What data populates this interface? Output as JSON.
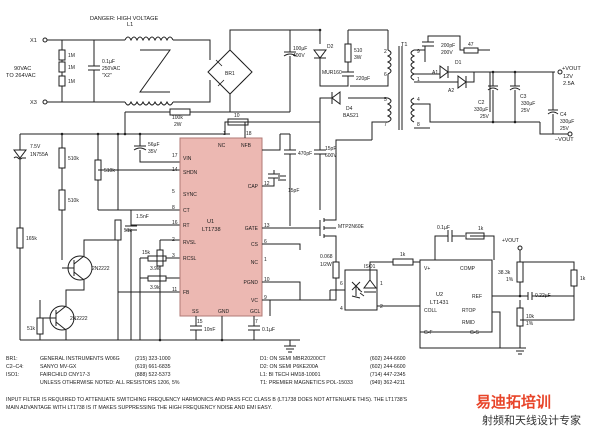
{
  "header": {
    "warning": "DANGER: HIGH VOLTAGE"
  },
  "input": {
    "x1": "X1",
    "x3": "X3",
    "range_line1": "90VAC",
    "range_line2": "TO 264VAC",
    "r1": "1M",
    "r2": "1M",
    "r3": "1M",
    "cx_line1": "0.1µF",
    "cx_line2": "250VAC",
    "cx_line3": "\"X2\"",
    "l1": "L1",
    "br1": "BR1"
  },
  "primary": {
    "cbulk_line1": "100µF",
    "cbulk_line2": "400V",
    "d2": "D2",
    "mur": "MUR160",
    "r510_line1": "510",
    "r510_line2": "3W",
    "c220": "220pF",
    "t1": "T1",
    "d4_line1": "D4",
    "d4_line2": "BAS21",
    "r100k_line1": "100k",
    "r100k_line2": "2W",
    "r10": "10",
    "c470": "470pF",
    "c15_line1": "15pF",
    "c15_line2": "600V",
    "c15b": "15pF",
    "mosfet": "MTP2N60E",
    "rsense_line1": "0.068",
    "rsense_line2": "1/2W"
  },
  "snubber": {
    "c200_line1": "200pF",
    "c200_line2": "200V",
    "a1": "A1",
    "a2": "A2",
    "d1": "D1",
    "r47": "47"
  },
  "output": {
    "vout_pos": "+VOUT",
    "vout_neg": "–VOUT",
    "v12": "12V",
    "a25": "2.5A",
    "c2_line1": "C2",
    "c2_line2": "330µF",
    "c2_line3": "25V",
    "c3_line1": "C3",
    "c3_line2": "330µF",
    "c3_line3": "25V",
    "c4_line1": "C4",
    "c4_line2": "330µF",
    "c4_line3": "25V"
  },
  "left": {
    "zener_line1": "7.5V",
    "zener_line2": "1N755A",
    "r510k_a": "510k",
    "r510k_b": "510k",
    "r165k": "165k",
    "r51k": "51k",
    "r51k_b": "51k",
    "q1": "2N2222",
    "q2": "2N2222",
    "c56_line1": "56µF",
    "c56_line2": "35V",
    "c15n": "1.5nF",
    "r39a": "3.9k",
    "r39b": "3.9k",
    "r15k": "15k",
    "c10n": "10nF",
    "c01": "0.1µF"
  },
  "ic": {
    "name_line1": "U1",
    "name_line2": "LT1738",
    "pins_left": [
      "VIN",
      "SHDN",
      "SYNC",
      "CT",
      "RT",
      "RVSL",
      "RCSL",
      "FB"
    ],
    "pins_left_nums": [
      "17",
      "14",
      "5",
      "8",
      "16",
      "2",
      "3",
      "11"
    ],
    "pins_right": [
      "CAP",
      "GATE",
      "CS",
      "NC",
      "PGND",
      "VC"
    ],
    "pins_right_nums": [
      "12",
      "13",
      "6",
      "1",
      "10",
      "9"
    ],
    "pins_top": [
      "NC",
      "NFB"
    ],
    "pins_top_nums": [
      "1",
      "18"
    ],
    "pins_bottom": [
      "SS",
      "GND",
      "GCL"
    ],
    "pins_bottom_nums": [
      "15",
      "",
      "7"
    ]
  },
  "feedback": {
    "c01": "0.1µF",
    "r1k_a": "1k",
    "r1k_b": "1k",
    "vout": "+VOUT",
    "r383_line1": "38.3k",
    "r383_line2": "1%",
    "c022": "0.22µF",
    "r10k_line1": "10k",
    "r10k_line2": "1%",
    "iso1": "ISO1",
    "u2_name": "U2",
    "u2_part": "LT1431",
    "u2_pins": [
      "V+",
      "COMP",
      "REF",
      "RTOP",
      "RMID",
      "G-S",
      "G-F",
      "COLL"
    ],
    "opto_pins": [
      "6",
      "4",
      "1",
      "2"
    ]
  },
  "bom": [
    [
      "BR1:",
      "GENERAL INSTRUMENTS W06G",
      "(215) 323-1000",
      "D1: ON SEMI MBR20200CT",
      "(602) 244-6600"
    ],
    [
      "C2–C4:",
      "SANYO MV-GX",
      "(619) 661-6835",
      "D2: ON SEMI P6KE200A",
      "(602) 244-6600"
    ],
    [
      "ISO1:",
      "FAIRCHILD CNY17-3",
      "(888) 522-5373",
      "L1: BI TECH HM18-10001",
      "(714) 447-2345"
    ],
    [
      "",
      "UNLESS OTHERWISE NOTED: ALL RESISTORS 1206, 5%",
      "",
      "T1: PREMIER MAGNETICS POL-15033",
      "(949) 362-4211"
    ]
  ],
  "notes": {
    "line1": "INPUT FILTER IS REQUIRED TO ATTENUATE SWITCHING FREQUENCY HARMONICS AND PASS FCC CLASS B (LT1738 DOES NOT ATTENUATE THIS). THE LT1738'S",
    "line2": "MAIN ADVANTAGE WITH LT1738 IS IT MAKES SUPPRESSING THE HIGH FREQUENCY NOISE AND EMI EASY."
  },
  "footer": {
    "brand": "易迪拓培训",
    "slogan": "射频和天线设计专家"
  },
  "colors": {
    "ic_fill": "#ecb8b2",
    "ic_stroke": "#b07a76",
    "brand": "#e8452a",
    "wire": "#1f1f1f"
  }
}
